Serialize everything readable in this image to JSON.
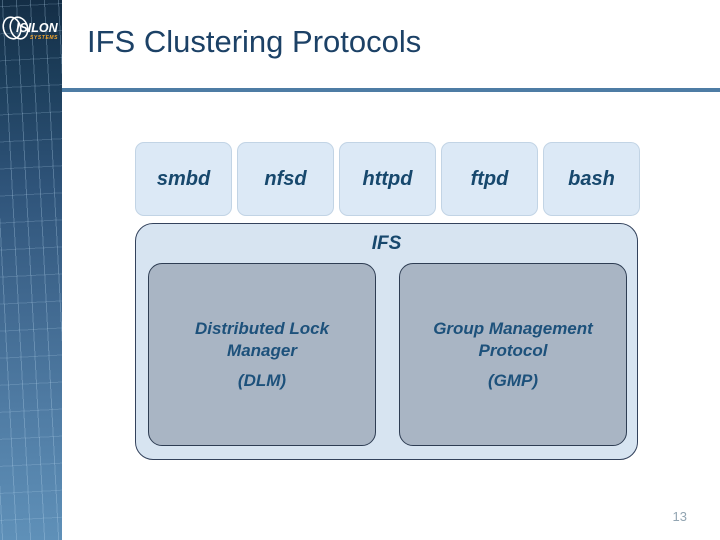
{
  "title": "IFS Clustering Protocols",
  "page_number": "13",
  "logo": {
    "name": "ISILON",
    "sub": "SYSTEMS"
  },
  "protocols": [
    {
      "label": "smbd"
    },
    {
      "label": "nfsd"
    },
    {
      "label": "httpd"
    },
    {
      "label": "ftpd"
    },
    {
      "label": "bash"
    }
  ],
  "ifs": {
    "label": "IFS",
    "modules": [
      {
        "name": "Distributed Lock Manager",
        "abbr": "(DLM)"
      },
      {
        "name": "Group Management Protocol",
        "abbr": "(GMP)"
      }
    ]
  },
  "colors": {
    "title_text": "#1c4166",
    "accent_rule": "#4d7ca4",
    "protocol_box_fill": "#dce9f6",
    "container_fill": "#d7e4f1",
    "module_fill": "#a9b5c4",
    "label_text": "#1d517b",
    "sidebar_top": "#142e46",
    "sidebar_bottom": "#5f90b8",
    "logo_sub": "#f2a42c"
  }
}
